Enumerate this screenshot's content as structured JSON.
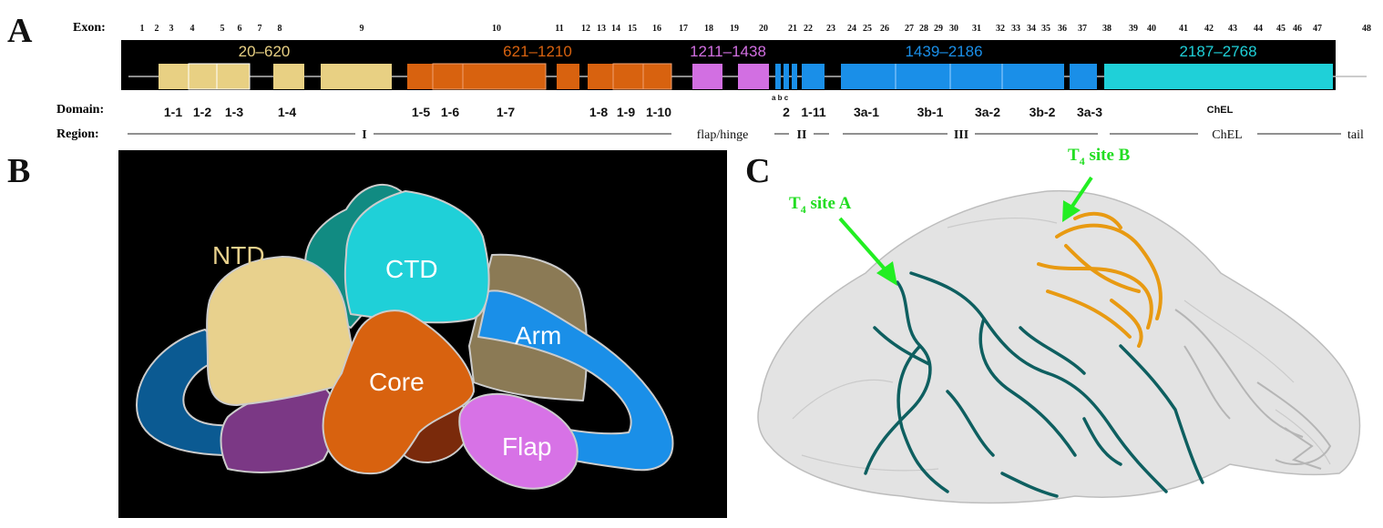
{
  "panels": {
    "a": "A",
    "b": "B",
    "c": "C"
  },
  "panel_a": {
    "exon_label": "Exon:",
    "exons": [
      "1",
      "2",
      "3",
      "4",
      "5",
      "6",
      "7",
      "8",
      "9",
      "10",
      "11",
      "12",
      "13",
      "14",
      "15",
      "16",
      "17",
      "18",
      "19",
      "20",
      "21",
      "22",
      "23",
      "24",
      "25",
      "26",
      "27",
      "28",
      "29",
      "30",
      "31",
      "32",
      "33",
      "34",
      "35",
      "36",
      "37",
      "38",
      "39",
      "40",
      "41",
      "42",
      "43",
      "44",
      "45",
      "46",
      "47",
      "48"
    ],
    "ranges": [
      {
        "text": "20–620",
        "color": "#e8d083"
      },
      {
        "text": "621–1210",
        "color": "#d8620f"
      },
      {
        "text": "1211–1438",
        "color": "#d26fe2"
      },
      {
        "text": "1439–2186",
        "color": "#1a8fe8"
      },
      {
        "text": "2187–2768",
        "color": "#1fd0d8"
      }
    ],
    "abc": "a b c",
    "domain_label": "Domain:",
    "domains": [
      "1-1",
      "1-2",
      "1-3",
      "1-4",
      "1-5",
      "1-6",
      "1-7",
      "1-8",
      "1-9",
      "1-10",
      "2",
      "1-11",
      "3a-1",
      "3b-1",
      "3a-2",
      "3b-2",
      "3a-3",
      "ChEL"
    ],
    "region_label": "Region:",
    "regions": [
      "I",
      "flap/hinge",
      "II",
      "III",
      "ChEL",
      "tail"
    ]
  },
  "panel_b": {
    "labels": {
      "ntd": "NTD",
      "ctd": "CTD",
      "arm": "Arm",
      "core": "Core",
      "flap": "Flap"
    }
  },
  "panel_c": {
    "site_a": {
      "t": "T",
      "sub": "4",
      "rest": " site A"
    },
    "site_b": {
      "t": "T",
      "sub": "4",
      "rest": " site B"
    },
    "arrow_color": "#22ee22"
  }
}
